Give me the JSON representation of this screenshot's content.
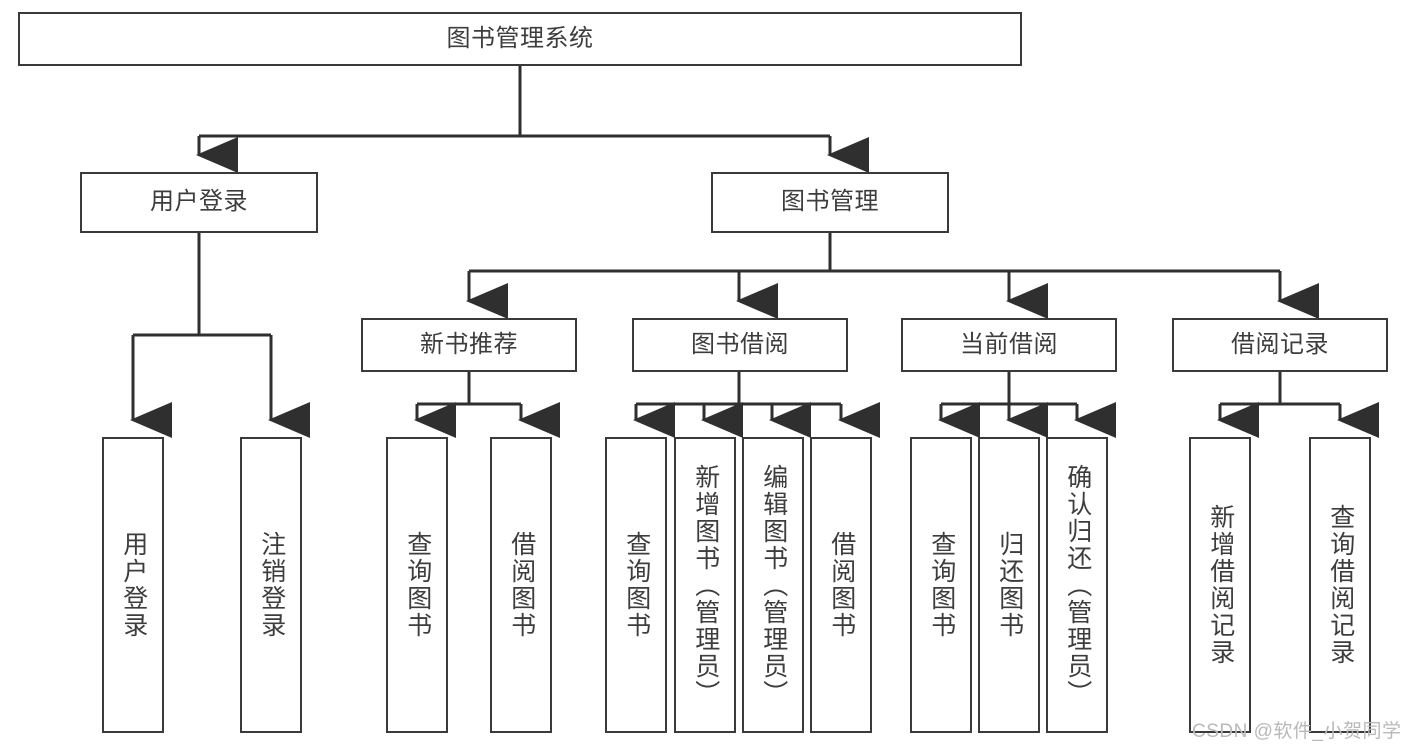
{
  "diagram": {
    "title": "图书管理系统",
    "type": "tree-hierarchy-chart",
    "colors": {
      "box_border": "#3a3a3a",
      "box_fill": "#ffffff",
      "text": "#3d3d3d",
      "edge": "#2f2f2f",
      "watermark": "#b9b9b9",
      "background": "#ffffff"
    },
    "nodes": {
      "root": {
        "label": "图书管理系统"
      },
      "user_login": {
        "label": "用户登录"
      },
      "book_manage": {
        "label": "图书管理"
      },
      "new_book_rec": {
        "label": "新书推荐"
      },
      "book_borrow": {
        "label": "图书借阅"
      },
      "current_borrow": {
        "label": "当前借阅"
      },
      "borrow_record": {
        "label": "借阅记录"
      },
      "leaf_user_login": {
        "label": "用户登录"
      },
      "leaf_user_logout": {
        "label": "注销登录"
      },
      "leaf_query_book_1": {
        "label": "查询图书"
      },
      "leaf_borrow_book_1": {
        "label": "借阅图书"
      },
      "leaf_query_book_2": {
        "label": "查询图书"
      },
      "leaf_add_book": {
        "label": "新增图书（管理员）"
      },
      "leaf_edit_book": {
        "label": "编辑图书（管理员）"
      },
      "leaf_borrow_book_2": {
        "label": "借阅图书"
      },
      "leaf_query_book_3": {
        "label": "查询图书"
      },
      "leaf_return_book": {
        "label": "归还图书"
      },
      "leaf_confirm_return": {
        "label": "确认归还（管理员）"
      },
      "leaf_add_record": {
        "label": "新增借阅记录"
      },
      "leaf_query_record": {
        "label": "查询借阅记录"
      }
    },
    "watermark": "CSDN @软件_小贺同学"
  }
}
